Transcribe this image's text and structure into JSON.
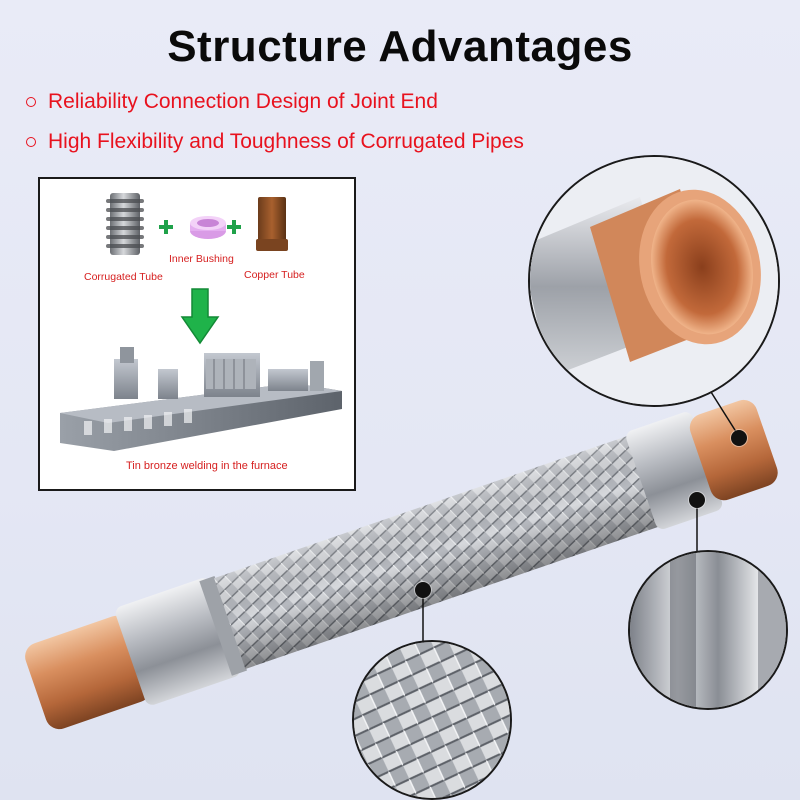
{
  "title": "Structure Advantages",
  "bullets": [
    "Reliability Connection Design of Joint End",
    "High Flexibility and Toughness of Corrugated Pipes"
  ],
  "process": {
    "corrugated_label": "Corrugated Tube",
    "bushing_label": "Inner Bushing",
    "copper_label": "Copper Tube",
    "furnace_label": "Tin bronze welding in the furnace"
  },
  "colors": {
    "accent_red": "#e8121e",
    "plus_green": "#1fa24a",
    "arrow_green": "#1fb34a",
    "copper": "#c87a4a",
    "steel": "#c9ccd2"
  }
}
